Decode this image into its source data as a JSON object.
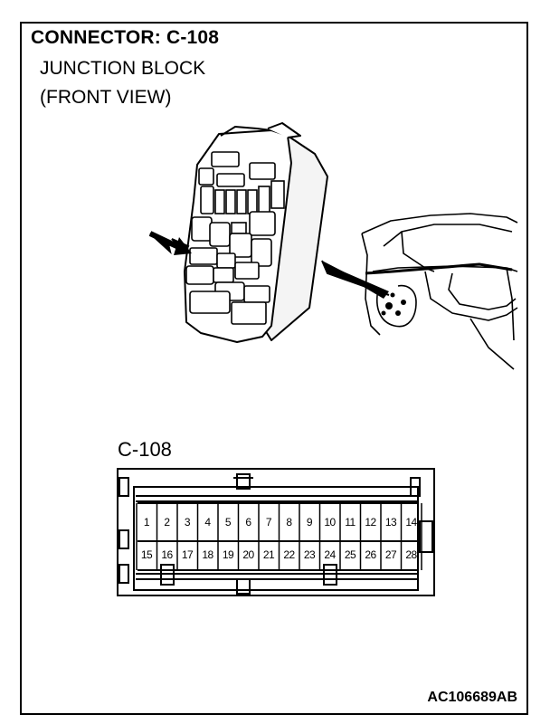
{
  "header": {
    "title": "CONNECTOR: C-108",
    "subtitle_line1": "JUNCTION BLOCK",
    "subtitle_line2": "(FRONT VIEW)"
  },
  "connector": {
    "label": "C-108",
    "row_top": [
      "1",
      "2",
      "3",
      "4",
      "5",
      "6",
      "7",
      "8",
      "9",
      "10",
      "11",
      "12",
      "13",
      "14"
    ],
    "row_bottom": [
      "15",
      "16",
      "17",
      "18",
      "19",
      "20",
      "21",
      "22",
      "23",
      "24",
      "25",
      "26",
      "27",
      "28"
    ]
  },
  "footer": {
    "code": "AC106689AB"
  }
}
